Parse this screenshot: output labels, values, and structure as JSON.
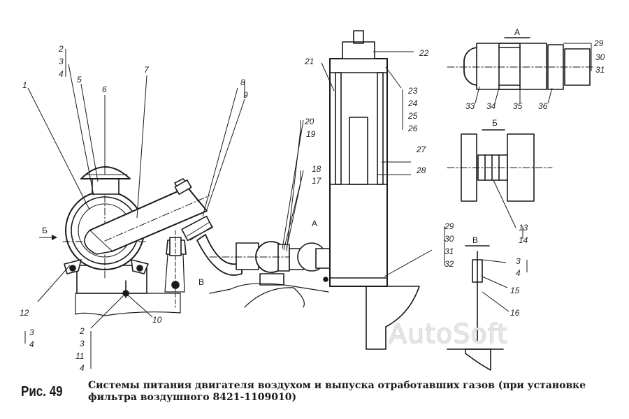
{
  "caption": {
    "label": "Рис. 49",
    "text": "Системы питания двигателя воздухом и выпуска отработавших газов (при установке фильтра воздушного 8421-1109010)"
  },
  "watermark": "AutoSoft",
  "views": {
    "a_top": "А",
    "b_top": "Б",
    "v_top": "В",
    "a_main": "А",
    "b_main": "Б",
    "v_main": "В"
  },
  "callouts": {
    "n1": "1",
    "n2a": "2",
    "n3a": "3",
    "n4a": "4",
    "n5": "5",
    "n6": "6",
    "n7": "7",
    "n8": "8",
    "n9": "9",
    "n10": "10",
    "n12": "12",
    "n3b": "3",
    "n4b": "4",
    "n2c": "2",
    "n3c": "3",
    "n11": "11",
    "n4c": "4",
    "n20": "20",
    "n19": "19",
    "n18": "18",
    "n17": "17",
    "n21": "21",
    "n22": "22",
    "n23": "23",
    "n24": "24",
    "n25": "25",
    "n26": "26",
    "n27": "27",
    "n28": "28",
    "n29a": "29",
    "n30a": "30",
    "n31a": "31",
    "n32": "32",
    "n29b": "29",
    "n30b": "30",
    "n31b": "31",
    "n33": "33",
    "n34": "34",
    "n35": "35",
    "n36": "36",
    "n13": "13",
    "n14": "14",
    "n3d": "3",
    "n4d": "4",
    "n15": "15",
    "n16": "16"
  }
}
